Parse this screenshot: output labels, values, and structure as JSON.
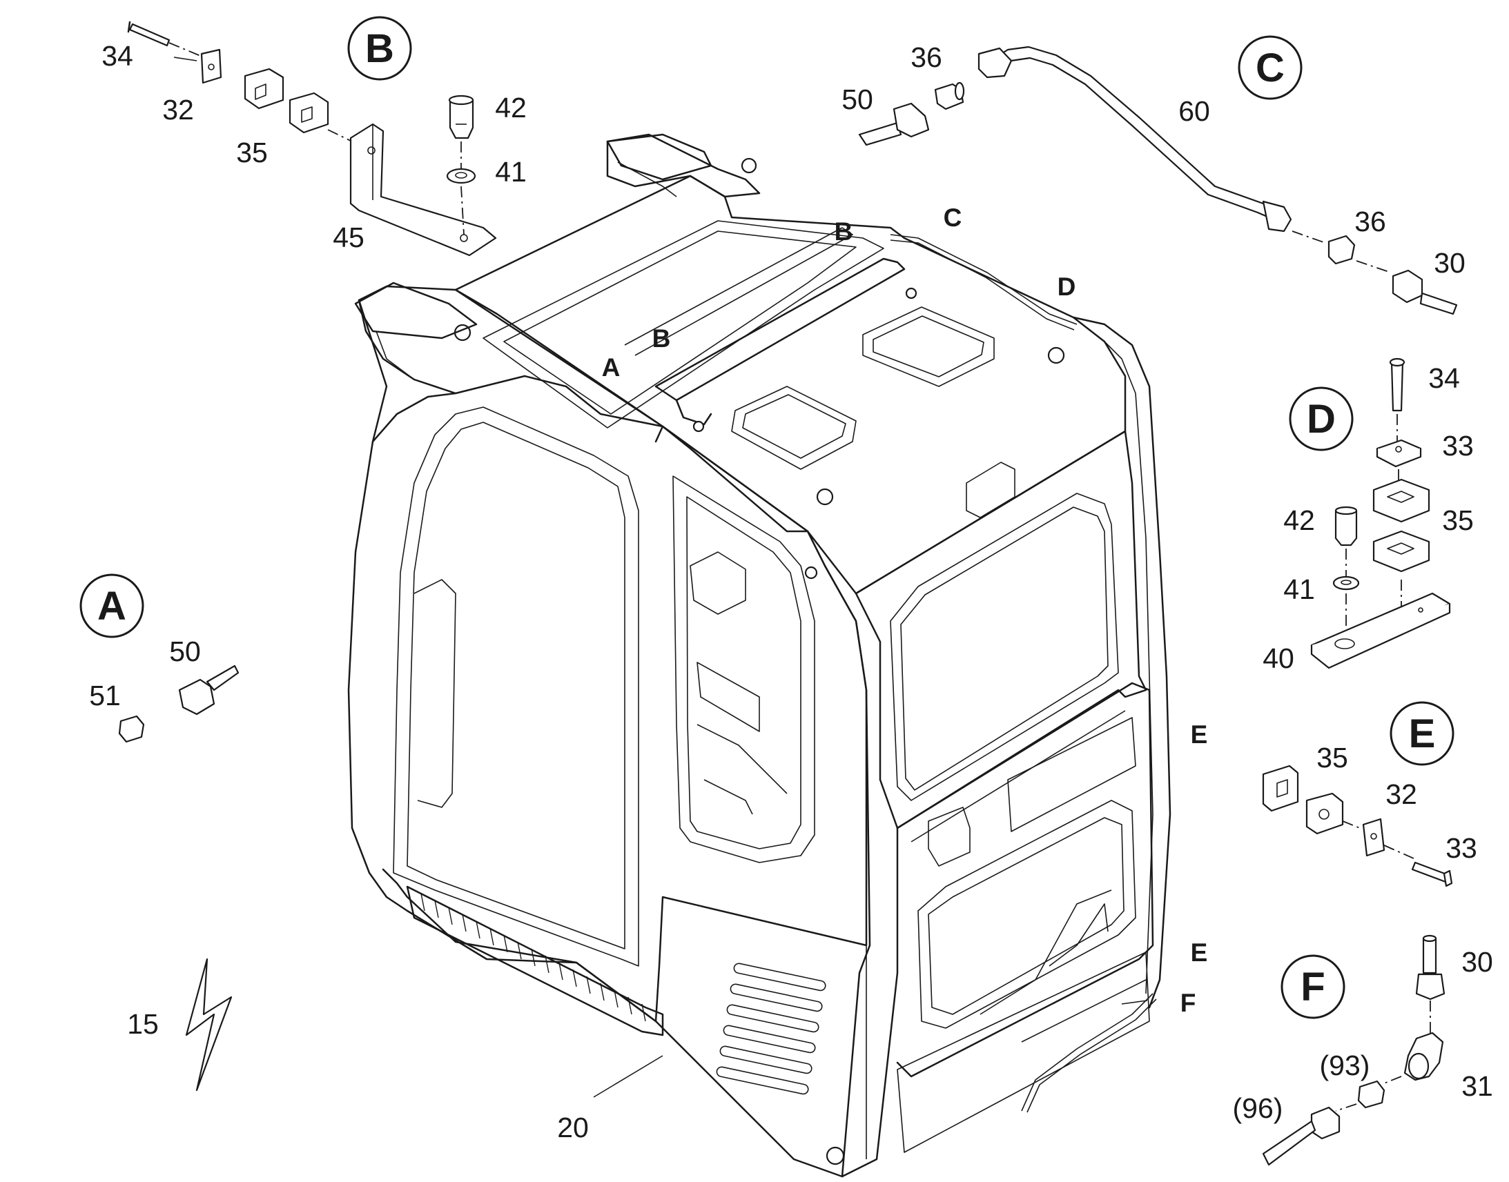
{
  "drawing": {
    "part_numbers": {
      "p15": "15",
      "p20": "20",
      "p30_c": "30",
      "p30_f": "30",
      "p31": "31",
      "p32_b": "32",
      "p32_e": "32",
      "p33_d": "33",
      "p33_e": "33",
      "p34_b": "34",
      "p34_d": "34",
      "p35_b": "35",
      "p35_d": "35",
      "p35_e": "35",
      "p36_c1": "36",
      "p36_c2": "36",
      "p40": "40",
      "p41_b": "41",
      "p41_d": "41",
      "p42_b": "42",
      "p42_d": "42",
      "p45": "45",
      "p50_a": "50",
      "p50_c": "50",
      "p51": "51",
      "p60": "60",
      "p93": "(93)",
      "p96": "(96)"
    },
    "detail_callouts": {
      "A": "A",
      "B": "B",
      "C": "C",
      "D": "D",
      "E": "E",
      "F": "F"
    },
    "location_markers": {
      "A": "A",
      "B_top": "B",
      "B_mid": "B",
      "C": "C",
      "D": "D",
      "E_upper": "E",
      "E_lower": "E",
      "F": "F"
    },
    "symbol_icon": "lightning-bolt-icon"
  }
}
